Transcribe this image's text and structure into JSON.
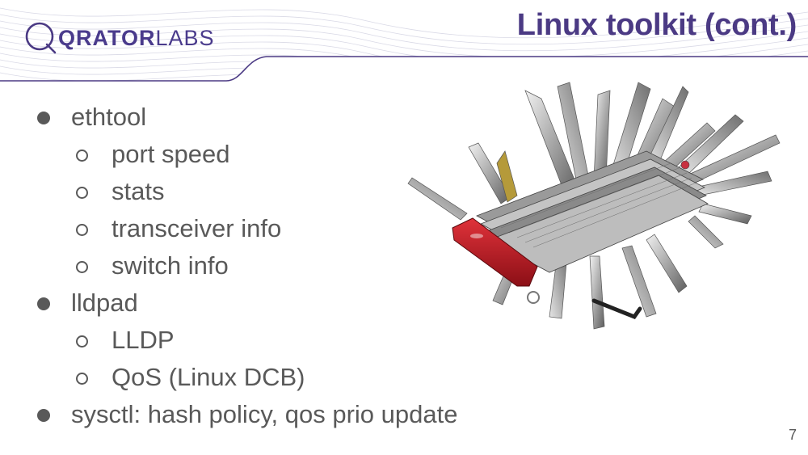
{
  "brand": {
    "logo_text_bold": "QRATOR",
    "logo_text_light": "LABS",
    "accent": "#4b3a84"
  },
  "slide": {
    "title": "Linux toolkit (cont.)",
    "page_number": "7",
    "image_alt": "swiss army knife"
  },
  "bullets": [
    {
      "level": 1,
      "text": "ethtool"
    },
    {
      "level": 2,
      "text": "port speed"
    },
    {
      "level": 2,
      "text": "stats"
    },
    {
      "level": 2,
      "text": "transceiver info"
    },
    {
      "level": 2,
      "text": "switch info"
    },
    {
      "level": 1,
      "text": "lldpad"
    },
    {
      "level": 2,
      "text": "LLDP"
    },
    {
      "level": 2,
      "text": "QoS (Linux DCB)"
    },
    {
      "level": 1,
      "text": "sysctl: hash policy, qos prio update"
    }
  ]
}
